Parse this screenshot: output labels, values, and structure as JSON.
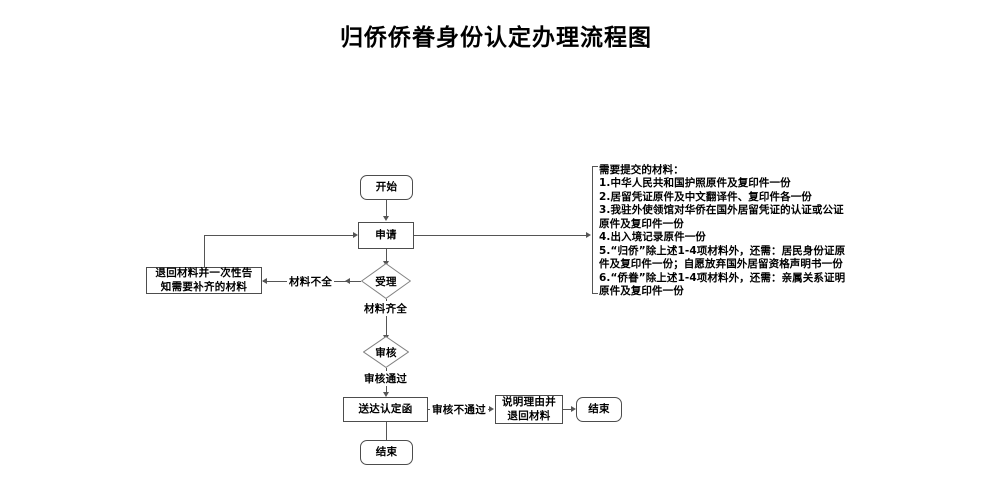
{
  "page": {
    "title": "归侨侨眷身份认定办理流程图",
    "ink_color": "#000000",
    "line_color": "#555555",
    "background": "#ffffff"
  },
  "flowchart": {
    "nodes": {
      "start": {
        "label": "开始",
        "shape": "rounded-rectangle"
      },
      "apply": {
        "label": "申请",
        "shape": "rectangle"
      },
      "accept": {
        "label": "受理",
        "shape": "diamond"
      },
      "return_materials": {
        "label": "退回材料并一次性告\n知需要补齐的材料",
        "line1": "退回材料并一次性告",
        "line2": "知需要补齐的材料",
        "shape": "rectangle"
      },
      "review": {
        "label": "审核",
        "shape": "diamond"
      },
      "deliver_letter": {
        "label": "送达认定函",
        "shape": "rectangle"
      },
      "explain_return": {
        "label": "说明理由并\n退回材料",
        "line1": "说明理由并",
        "line2": "退回材料",
        "shape": "rectangle"
      },
      "end_right": {
        "label": "结束",
        "shape": "rounded-rectangle"
      },
      "end_bottom": {
        "label": "结束",
        "shape": "rounded-rectangle"
      }
    },
    "edge_labels": {
      "materials_incomplete": "材料不全",
      "materials_complete": "材料齐全",
      "review_passed": "审核通过",
      "review_failed": "审核不通过"
    }
  },
  "materials_note": {
    "heading": "需要提交的材料：",
    "lines": [
      "需要提交的材料：",
      "1.中华人民共和国护照原件及复印件一份",
      "2.居留凭证原件及中文翻译件、复印件各一份",
      "3.我驻外使领馆对华侨在国外居留凭证的认证或公证",
      "原件及复印件一份",
      "4.出入境记录原件一份",
      "5.“归侨”除上述1-4项材料外，还需：居民身份证原",
      "件及复印件一份；自愿放弃国外居留资格声明书一份",
      "6.“侨眷”除上述1-4项材料外，还需：亲属关系证明",
      "原件及复印件一份"
    ]
  }
}
